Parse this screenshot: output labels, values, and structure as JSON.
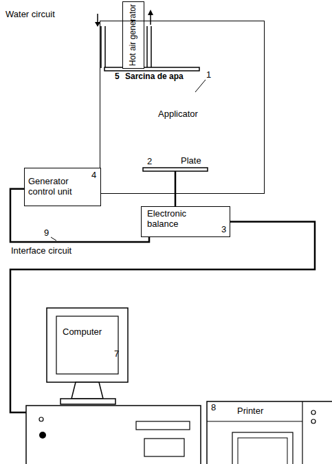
{
  "diagram": {
    "nodes": [
      {
        "text": [
          "Hot air generator"
        ]
      },
      {
        "text": [
          "Applicator"
        ]
      },
      {
        "text": [
          "Generator control unit",
          "4"
        ]
      },
      {
        "text": [
          "Electronic balance",
          "3"
        ]
      },
      {
        "text": [
          "Computer",
          "7"
        ]
      },
      {
        "text": [
          "8",
          "Printer"
        ]
      }
    ],
    "edges": [
      {
        "from": 2,
        "to": 3,
        "arrow": "none"
      },
      {
        "from": 3,
        "to": 4,
        "arrow": "none"
      }
    ],
    "labels": [
      "Water circuit",
      "5",
      "Sarcina de apa",
      "1",
      "Plate",
      "2",
      "9",
      "Interface circuit"
    ]
  }
}
